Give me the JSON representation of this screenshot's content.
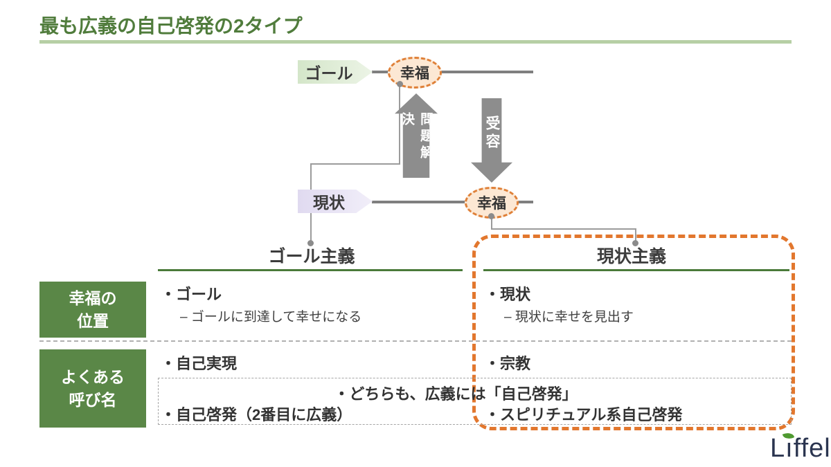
{
  "slide": {
    "title": "最も広義の自己啓発の2タイプ"
  },
  "diagram": {
    "goal_label": "ゴール",
    "status_label": "現状",
    "happiness_top": "幸福",
    "happiness_bottom": "幸福",
    "problem_solving_label": "問題解決",
    "acceptance_label": "受容"
  },
  "columns": {
    "goal_header": "ゴール主義",
    "status_header": "現状主義"
  },
  "table": {
    "row_happiness_position": {
      "label_line1": "幸福の",
      "label_line2": "位置",
      "goal_item": "・ゴール",
      "goal_detail": "– ゴールに到達して幸せになる",
      "status_item": "・現状",
      "status_detail": "– 現状に幸せを見出す"
    },
    "row_common_names": {
      "label_line1": "よくある",
      "label_line2": "呼び名",
      "goal_item": "・自己実現",
      "status_item": "・宗教",
      "shared_note": "・どちらも、広義には「自己啓発」",
      "goal_item2": "・自己啓発（2番目に広義）",
      "status_item2": "・スピリチュアル系自己啓発"
    }
  },
  "logo": {
    "l": "L",
    "i": "ı",
    "rest": "ffel"
  },
  "colors": {
    "title_green": "#507c3c",
    "box_green": "#5a8747",
    "accent_orange": "#e2772e",
    "arrow_gray": "#8d8d8d"
  }
}
